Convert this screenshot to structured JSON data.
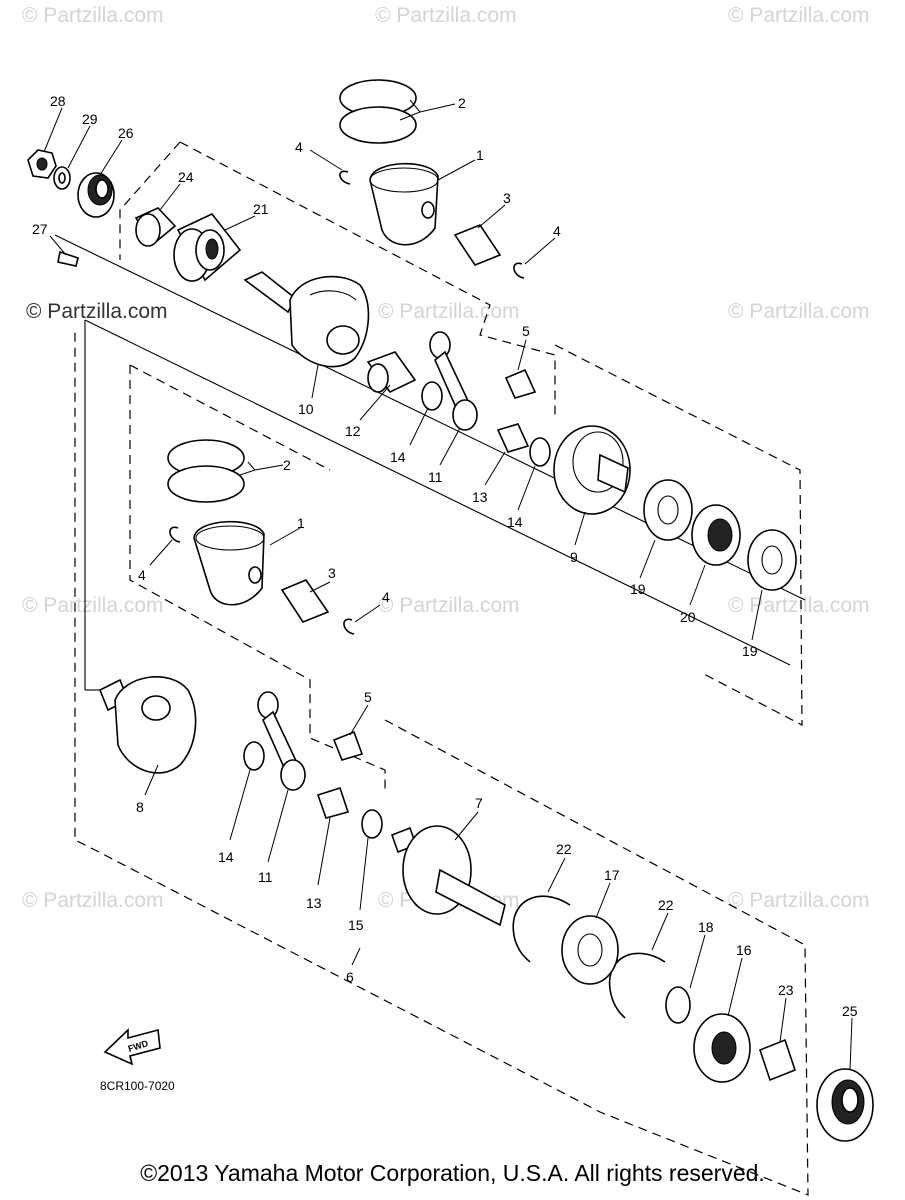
{
  "watermarks": [
    "© Partzilla.com",
    "© Partzilla.com",
    "© Partzilla.com",
    "© Partzilla.com",
    "© Partzilla.com",
    "© Partzilla.com",
    "© Partzilla.com",
    "© Partzilla.com",
    "© Partzilla.com",
    "© Partzilla.com",
    "© Partzilla.com",
    "© Partzilla.com"
  ],
  "callouts": [
    "28",
    "29",
    "26",
    "24",
    "21",
    "27",
    "2",
    "4",
    "1",
    "3",
    "4",
    "10",
    "12",
    "5",
    "14",
    "11",
    "13",
    "14",
    "9",
    "19",
    "20",
    "19",
    "2",
    "1",
    "4",
    "3",
    "4",
    "5",
    "8",
    "14",
    "11",
    "13",
    "15",
    "7",
    "22",
    "17",
    "22",
    "18",
    "16",
    "23",
    "25",
    "6"
  ],
  "diagram_code": "8CR100-7020",
  "fwd_label": "FWD",
  "copyright": "©2013 Yamaha Motor Corporation, U.S.A. All rights reserved."
}
